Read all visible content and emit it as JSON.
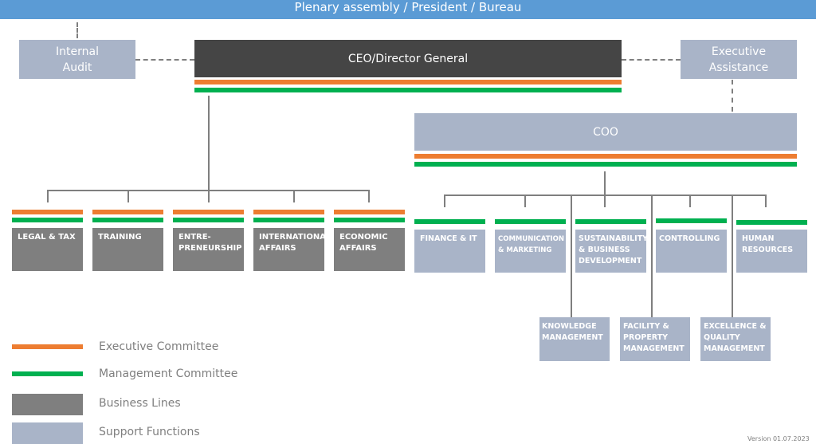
{
  "header": {
    "title": "Plenary assembly / President / Bureau"
  },
  "top": {
    "internal_audit": "Internal\nAudit",
    "ceo": "CEO/Director General",
    "executive_assistance": "Executive\nAssistance",
    "coo": "COO"
  },
  "business_lines": [
    "LEGAL & TAX",
    "TRAINING",
    "ENTRE-\nPRENEURSHIP",
    "INTERNATIONAL\nAFFAIRS",
    "ECONOMIC\nAFFAIRS"
  ],
  "support_functions": [
    "FINANCE & IT",
    "COMMUNICATION\n& MARKETING",
    "SUSTAINABILITY\n& BUSINESS\nDEVELOPMENT",
    "CONTROLLING",
    "HUMAN\nRESOURCES"
  ],
  "lower_support": [
    "KNOWLEDGE\nMANAGEMENT",
    "FACILITY &\nPROPERTY\nMANAGEMENT",
    "EXCELLENCE &\nQUALITY\nMANAGEMENT"
  ],
  "legend": {
    "executive_committee": "Executive Committee",
    "management_committee": "Management Committee",
    "business_lines": "Business Lines",
    "support_functions": "Support Functions"
  },
  "colors": {
    "orange": "#ed7d31",
    "green": "#00b050",
    "dark_box": "#454545",
    "business_box": "#7f7f7f",
    "support_box": "#a9b4c8",
    "header_bar": "#5b9bd5"
  },
  "version": "Version 01.07.2023"
}
